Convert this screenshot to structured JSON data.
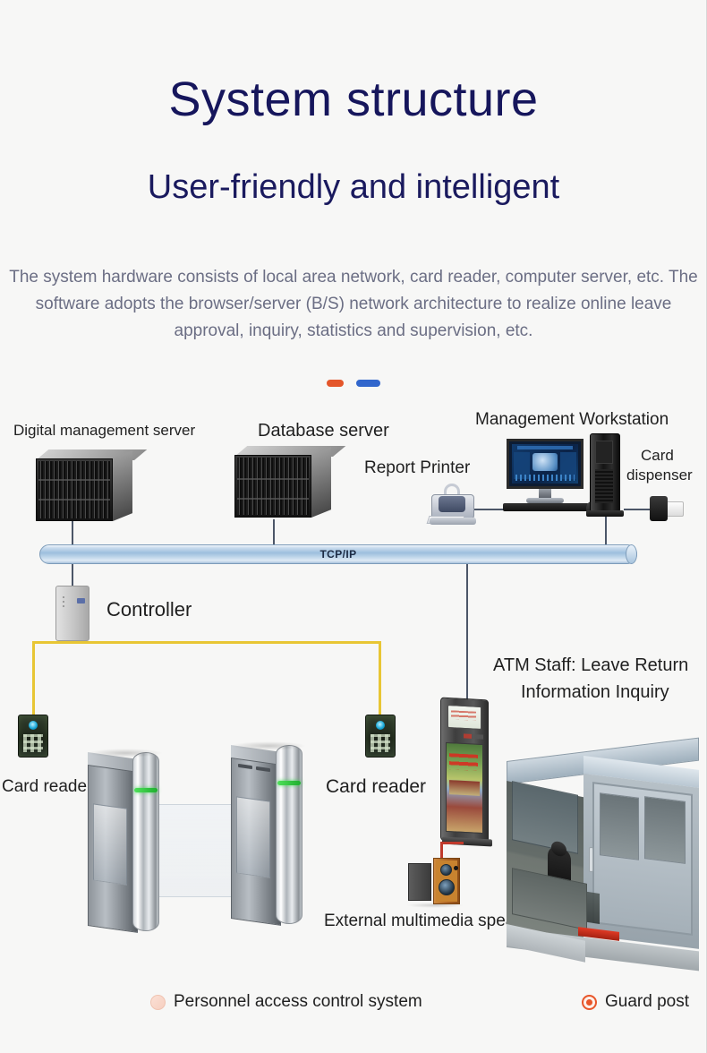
{
  "header": {
    "title": "System structure",
    "subtitle": "User-friendly and intelligent",
    "paragraph": "The system hardware consists of local area network, card reader, computer server, etc. The software adopts the browser/server (B/S) network architecture to realize online leave approval, inquiry, statistics and supervision, etc.",
    "accent_orange": "#e4562a",
    "accent_blue": "#3166cc",
    "title_color": "#16165c",
    "paragraph_color": "#6b6e84"
  },
  "diagram": {
    "bus_label": "TCP/IP",
    "nodes": {
      "digital_management_server": "Digital management server",
      "database_server": "Database server",
      "report_printer": "Report Printer",
      "management_workstation": "Management Workstation",
      "card_dispenser": "Card\ndispenser",
      "card_dispenser_line1": "Card",
      "card_dispenser_line2": "dispenser",
      "controller": "Controller",
      "card_reader_left": "Card reader",
      "card_reader_right": "Card reader",
      "atm_line1": "ATM Staff: Leave Return",
      "atm_line2": "Information Inquiry",
      "speaker": "External multimedia speaker"
    },
    "wire_color_network": "#4c5668",
    "wire_color_reader": "#e8c634",
    "gate_led_color": "#3cd84f"
  },
  "legend": {
    "items": [
      {
        "label": "Personnel access control system",
        "marker": "pale-circle"
      },
      {
        "label": "Guard post",
        "marker": "solid-circle"
      }
    ]
  }
}
